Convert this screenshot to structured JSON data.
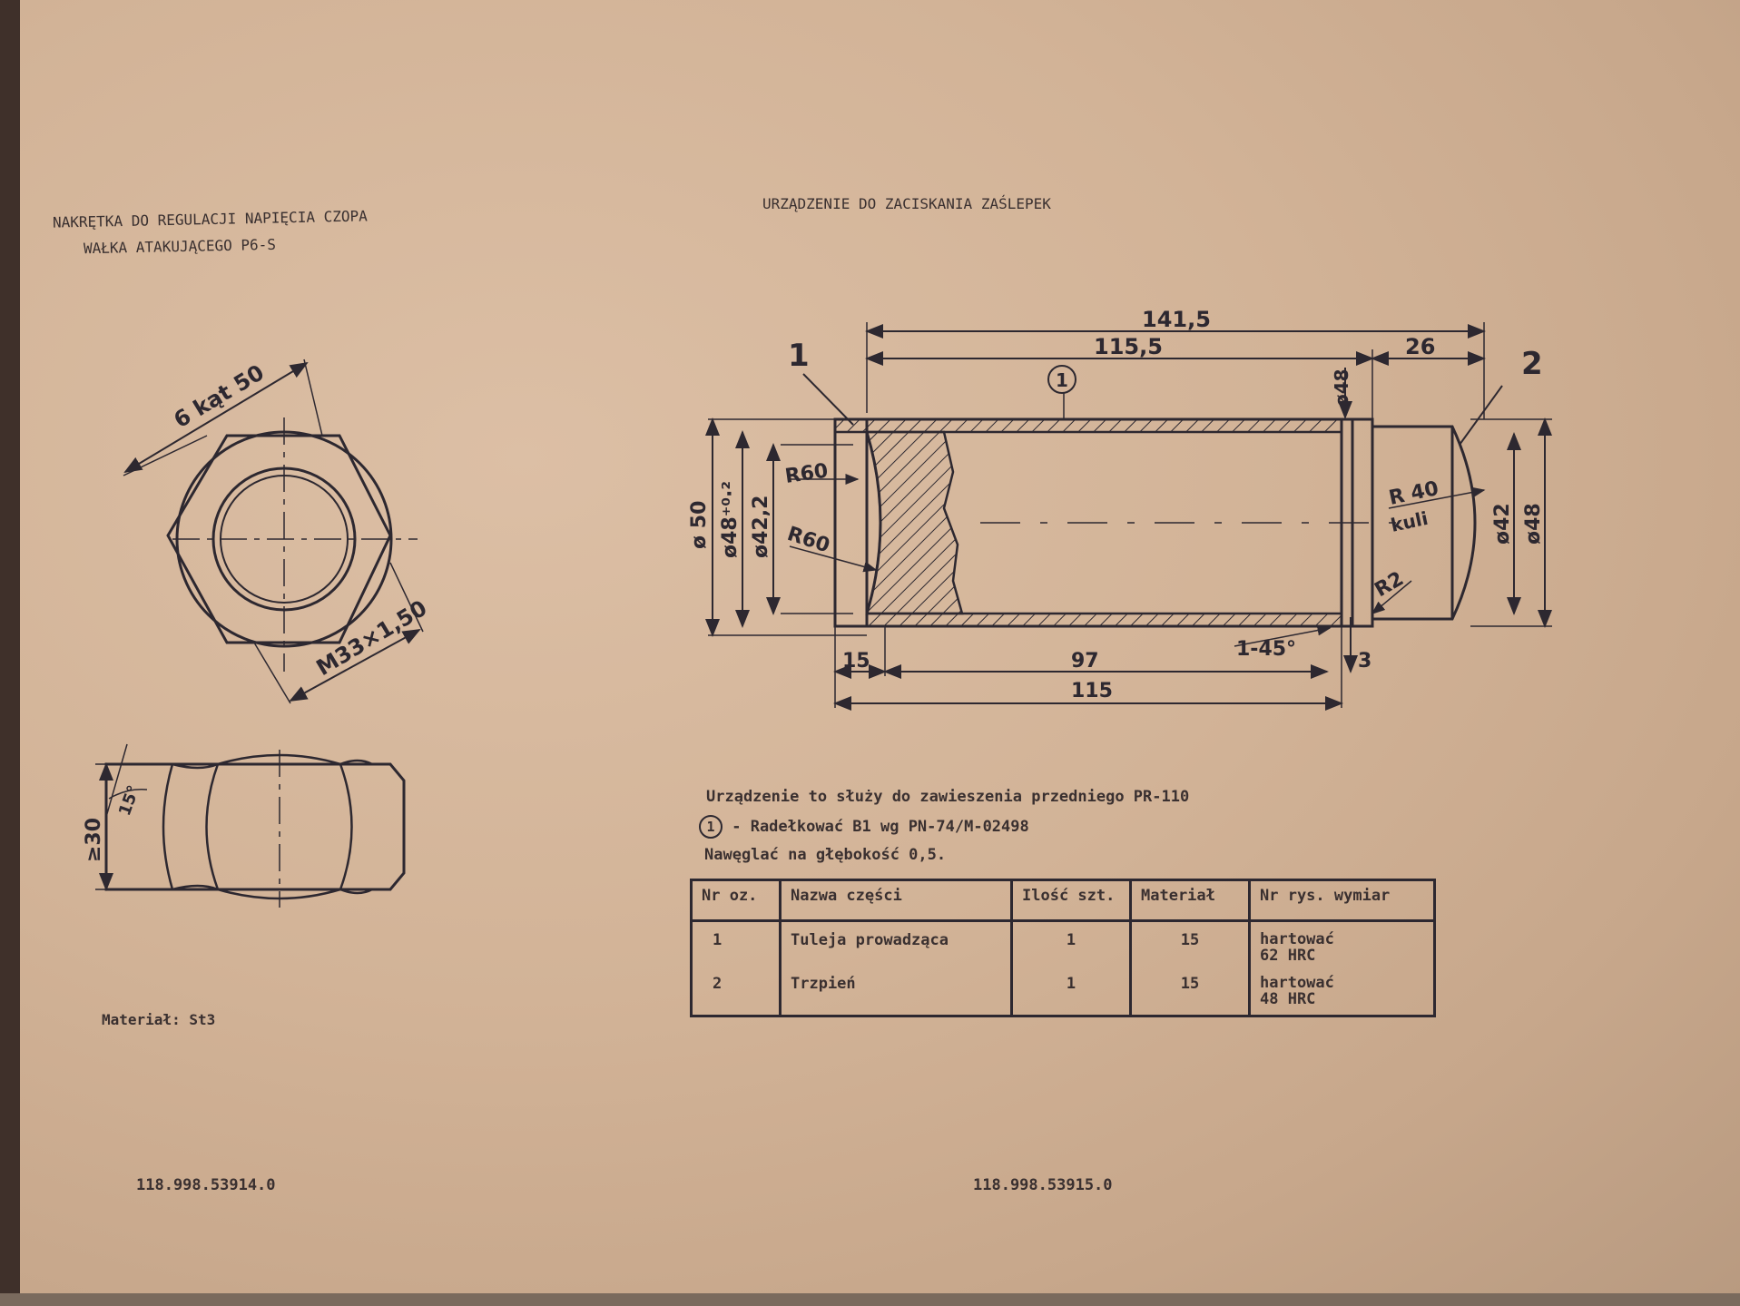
{
  "left_part": {
    "title_line1": "NAKRĘTKA DO REGULACJI NAPIĘCIA CZOPA",
    "title_line2": "WAŁKA ATAKUJĄCEGO  P6-S",
    "dims": {
      "hex": "6 kąt 50",
      "thread": "M33×1,50",
      "height": "≥30",
      "chamfer": "15°"
    },
    "material": "Materiał:  St3",
    "drawing_number": "118.998.53914.0"
  },
  "right_part": {
    "title": "URZĄDZENIE DO ZACISKANIA  ZAŚLEPEK",
    "callouts": {
      "part1": "1",
      "part2": "2",
      "note_marker": "1"
    },
    "dims": {
      "overall": "141,5",
      "left_length": "115,5",
      "right_length": "26",
      "small_dia": "ø48",
      "d50": "ø 50",
      "d48_tol": "ø48⁺⁰·²",
      "d42_2": "ø42,2",
      "r60_top": "R60",
      "r60_bottom": "R60",
      "r40": "R 40",
      "r40_sub": "kuli",
      "r2": "R2",
      "d42": "ø42",
      "d48_right": "ø48",
      "b15": "15",
      "b97": "97",
      "chamfer": "1-45°",
      "b3": "3",
      "b115": "115"
    },
    "notes": {
      "line1": "Urządzenie to służy do zawieszenia przedniego PR-110",
      "line2_marker": "1",
      "line2": " - Radełkować B1 wg  PN-74/M-02498",
      "line3": "Nawęglać na głębokość 0,5."
    },
    "table": {
      "headers": [
        "Nr oz.",
        "Nazwa części",
        "Ilość szt.",
        "Materiał",
        "Nr rys. wymiar"
      ],
      "rows": [
        {
          "nr": "1",
          "name": "Tuleja prowadząca",
          "qty": "1",
          "material": "15",
          "remark1": "hartować",
          "remark2": "62 HRC"
        },
        {
          "nr": "2",
          "name": "Trzpień",
          "qty": "1",
          "material": "15",
          "remark1": "hartować",
          "remark2": "48 HRC"
        }
      ]
    },
    "drawing_number": "118.998.53915.0"
  }
}
